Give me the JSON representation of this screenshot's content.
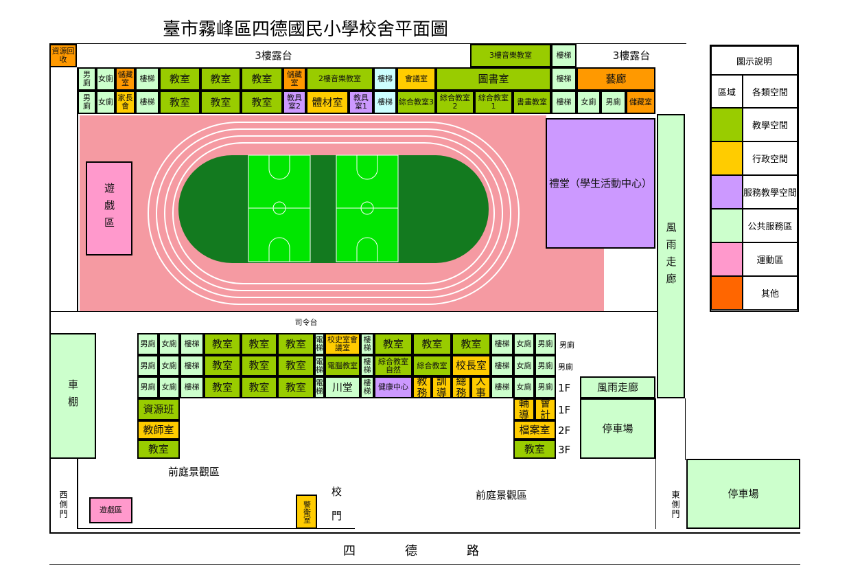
{
  "title": "臺市霧峰區四德國民小學校舍平面圖",
  "colors": {
    "teach": "#99cc00",
    "admin": "#ffcc00",
    "service": "#cc99ff",
    "public": "#ccffcc",
    "sport": "#ff99cc",
    "other": "#ff9900",
    "stair2": "#ccffff",
    "field": "#f59aa2",
    "infield": "#137a1f",
    "court": "#00e600"
  },
  "cells": {
    "a1": {
      "label": "資源回收",
      "type": "other"
    },
    "a2": {
      "label": "3樓露台",
      "type": "none"
    },
    "a3": {
      "label": "3樓音樂教室",
      "type": "teach"
    },
    "a4": {
      "label": "樓梯",
      "type": "public"
    },
    "a5": {
      "label": "3樓露台",
      "type": "none"
    },
    "b1": {
      "label": "男廁",
      "type": "public"
    },
    "b2": {
      "label": "女廁",
      "type": "public"
    },
    "b3": {
      "label": "儲藏室",
      "type": "other"
    },
    "b4": {
      "label": "樓梯",
      "type": "public"
    },
    "b5": {
      "label": "教室",
      "type": "teach"
    },
    "b6": {
      "label": "教室",
      "type": "teach"
    },
    "b7": {
      "label": "教室",
      "type": "teach"
    },
    "b8": {
      "label": "儲藏室",
      "type": "other"
    },
    "b9": {
      "label": "2樓音樂教室",
      "type": "teach"
    },
    "b10": {
      "label": "樓梯",
      "type": "stair2"
    },
    "b11": {
      "label": "會議室",
      "type": "admin"
    },
    "b12": {
      "label": "圖書室",
      "type": "teach"
    },
    "b13": {
      "label": "樓梯",
      "type": "public"
    },
    "b14": {
      "label": "藝廊",
      "type": "other"
    },
    "c1": {
      "label": "男廁",
      "type": "public"
    },
    "c2": {
      "label": "女廁",
      "type": "public"
    },
    "c3": {
      "label": "家長會",
      "type": "admin"
    },
    "c4": {
      "label": "樓梯",
      "type": "public"
    },
    "c5": {
      "label": "教室",
      "type": "teach"
    },
    "c6": {
      "label": "教室",
      "type": "teach"
    },
    "c7": {
      "label": "教室",
      "type": "teach"
    },
    "c8": {
      "label": "教具室2",
      "type": "service"
    },
    "c9": {
      "label": "體材室",
      "type": "admin"
    },
    "c10": {
      "label": "教具室1",
      "type": "service"
    },
    "c11": {
      "label": "樓梯",
      "type": "stair2"
    },
    "c12": {
      "label": "綜合教室3",
      "type": "teach"
    },
    "c13": {
      "label": "綜合教室2",
      "type": "teach"
    },
    "c14": {
      "label": "綜合教室1",
      "type": "teach"
    },
    "c15": {
      "label": "書畫教室",
      "type": "teach"
    },
    "c16": {
      "label": "樓梯",
      "type": "public"
    },
    "c17": {
      "label": "女廁",
      "type": "public"
    },
    "c18": {
      "label": "男廁",
      "type": "public"
    },
    "c19": {
      "label": "儲藏室",
      "type": "other"
    },
    "d1": {
      "label": "禮堂（學生活動中心）",
      "type": "service"
    },
    "d2": {
      "label": "遊戲區",
      "type": "sport"
    },
    "d3": {
      "label": "風雨走廊",
      "type": "public"
    },
    "d4": {
      "label": "司令台",
      "type": "none"
    },
    "e1": {
      "label": "男廁",
      "type": "public"
    },
    "e2": {
      "label": "女廁",
      "type": "public"
    },
    "e3": {
      "label": "樓梯",
      "type": "public"
    },
    "e4": {
      "label": "教室",
      "type": "teach"
    },
    "e5": {
      "label": "教室",
      "type": "teach"
    },
    "e6": {
      "label": "教室",
      "type": "teach"
    },
    "e7": {
      "label": "電梯",
      "type": "public"
    },
    "e8": {
      "label": "校史室會議室",
      "type": "admin"
    },
    "e9": {
      "label": "樓梯",
      "type": "public"
    },
    "e10": {
      "label": "教室",
      "type": "teach"
    },
    "e11": {
      "label": "教室",
      "type": "teach"
    },
    "e12": {
      "label": "教室",
      "type": "teach"
    },
    "e13": {
      "label": "樓梯",
      "type": "public"
    },
    "e14": {
      "label": "女廁",
      "type": "public"
    },
    "e15": {
      "label": "男廁",
      "type": "public"
    },
    "f1": {
      "label": "男廁",
      "type": "public"
    },
    "f2": {
      "label": "女廁",
      "type": "public"
    },
    "f3": {
      "label": "樓梯",
      "type": "public"
    },
    "f4": {
      "label": "教室",
      "type": "teach"
    },
    "f5": {
      "label": "教室",
      "type": "teach"
    },
    "f6": {
      "label": "教室",
      "type": "teach"
    },
    "f7": {
      "label": "電梯",
      "type": "public"
    },
    "f8": {
      "label": "電腦教室",
      "type": "teach"
    },
    "f9": {
      "label": "樓梯",
      "type": "public"
    },
    "f10": {
      "label": "綜合教室自然",
      "type": "teach"
    },
    "f11": {
      "label": "綜合教室",
      "type": "teach"
    },
    "f12": {
      "label": "校長室",
      "type": "admin"
    },
    "f13": {
      "label": "樓梯",
      "type": "public"
    },
    "f14": {
      "label": "女廁",
      "type": "public"
    },
    "f15": {
      "label": "男廁",
      "type": "public"
    },
    "g1": {
      "label": "男廁",
      "type": "public"
    },
    "g2": {
      "label": "女廁",
      "type": "public"
    },
    "g3": {
      "label": "樓梯",
      "type": "public"
    },
    "g4": {
      "label": "教室",
      "type": "teach"
    },
    "g5": {
      "label": "教室",
      "type": "teach"
    },
    "g6": {
      "label": "教室",
      "type": "teach"
    },
    "g7": {
      "label": "電梯",
      "type": "public"
    },
    "g8": {
      "label": "川堂",
      "type": "public"
    },
    "g9": {
      "label": "樓梯",
      "type": "public"
    },
    "g10": {
      "label": "健康中心",
      "type": "service"
    },
    "g11": {
      "label": "教務",
      "type": "admin"
    },
    "g12": {
      "label": "訓導",
      "type": "admin"
    },
    "g13": {
      "label": "總務",
      "type": "admin"
    },
    "g14": {
      "label": "人事",
      "type": "admin"
    },
    "g15": {
      "label": "樓梯",
      "type": "public"
    },
    "g16": {
      "label": "女廁",
      "type": "public"
    },
    "g17": {
      "label": "男廁",
      "type": "public"
    },
    "h1": {
      "label": "風雨走廊",
      "type": "public"
    },
    "i1": {
      "label": "資源班",
      "type": "teach"
    },
    "i2": {
      "label": "教師室",
      "type": "admin"
    },
    "i3": {
      "label": "教室",
      "type": "teach"
    },
    "j1": {
      "label": "輔導",
      "type": "admin"
    },
    "j2": {
      "label": "會計",
      "type": "admin"
    },
    "j3": {
      "label": "檔案室",
      "type": "admin"
    },
    "j4": {
      "label": "教室",
      "type": "teach"
    },
    "k1": {
      "label": "停車場",
      "type": "public"
    },
    "k2": {
      "label": "車棚",
      "type": "public"
    },
    "k3": {
      "label": "遊戲區",
      "type": "sport"
    },
    "k4": {
      "label": "警衛室",
      "type": "admin"
    },
    "k5": {
      "label": "停車場",
      "type": "public"
    }
  },
  "texts": {
    "t1": "男廁",
    "t2": "男廁",
    "t3": "1F",
    "t4": "1F",
    "t5": "2F",
    "t6": "3F",
    "t7": "前庭景觀區",
    "t8": "前庭景觀區",
    "t9": "西側門",
    "t10": "校門",
    "t11": "東側門",
    "t12": "四　　　　德　　　　路"
  },
  "legend": {
    "title": "圖示說明",
    "col1": "區域",
    "col2": "各類空間",
    "items": [
      {
        "label": "教學空間",
        "color": "#99cc00"
      },
      {
        "label": "行政空間",
        "color": "#ffcc00"
      },
      {
        "label": "服務教學空間",
        "color": "#cc99ff"
      },
      {
        "label": "公共服務區",
        "color": "#ccffcc"
      },
      {
        "label": "運動區",
        "color": "#ff99cc"
      },
      {
        "label": "其他",
        "color": "#ff6600"
      }
    ]
  }
}
